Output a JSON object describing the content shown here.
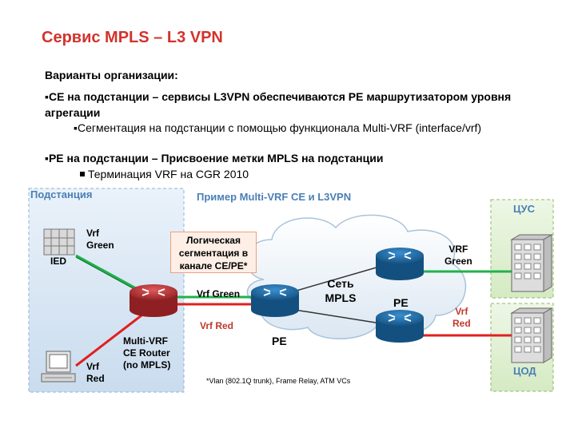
{
  "title": "Сервис MPLS – L3 VPN",
  "bullets": {
    "intro": "Варианты организации:",
    "ce_line": "CE на подстанции – сервисы L3VPN обеспечиваются PE маршрутизатором уровня агрегации",
    "segmentation": "Сегментация на подстанции с помощью функционала Multi-VRF (interface/vrf)",
    "pe_line": "PE на подстанции – Присвоение метки MPLS на подстанции",
    "termination": "Терминация VRF на CGR 2010",
    "bullet_marker": "▪"
  },
  "diagram": {
    "substation_label": "Подстанция",
    "example_title": "Пример Multi-VRF CE и L3VPN",
    "cus_label": "ЦУС",
    "cod_label": "ЦОД",
    "ied_label": "IED",
    "vrf_green_left_1": "Vrf",
    "vrf_green_left_2": "Green",
    "vrf_red_left_1": "Vrf",
    "vrf_red_left_2": "Red",
    "logic_box_1": "Логическая",
    "logic_box_2": "сегментация в",
    "logic_box_3": "канале CE/PE*",
    "vrf_green_mid": "Vrf Green",
    "vrf_red_mid": "Vrf Red",
    "mpls_cloud_1": "Сеть",
    "mpls_cloud_2": "MPLS",
    "pe_bottom": "PE",
    "pe_right": "PE",
    "vrf_green_right_1": "VRF",
    "vrf_green_right_2": "Green",
    "vrf_red_right_1": "Vrf",
    "vrf_red_right_2": "Red",
    "multivrf_1": "Multi-VRF",
    "multivrf_2": "CE Router",
    "multivrf_3": "(no MPLS)",
    "footnote": "*Vlan (802.1Q trunk), Frame Relay, ATM VCs"
  },
  "colors": {
    "title_red": "#d2332d",
    "green_link": "#22b14c",
    "red_link": "#e02020",
    "router_blue": "#1f6fa8",
    "router_red": "#c0393b",
    "substation_bg": "#dde9f5",
    "dc_bg": "#e3f1d6"
  }
}
